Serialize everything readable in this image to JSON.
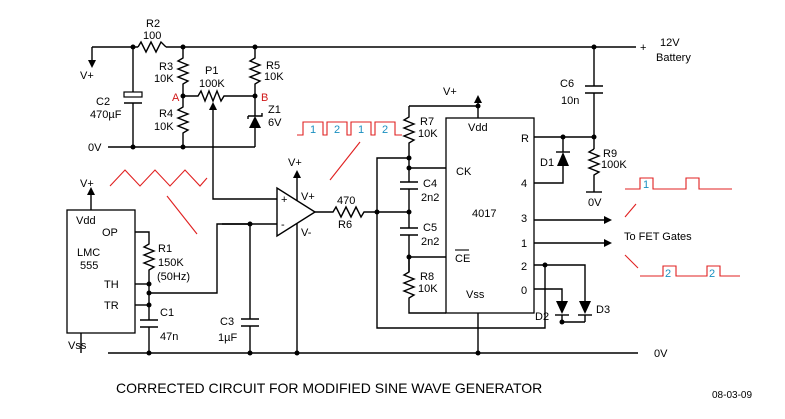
{
  "supply": {
    "plus": "+",
    "v12": "12V",
    "battery": "Battery",
    "zero_v": "0V",
    "vplus": "V+",
    "zero_v_rail": "0V",
    "zero_v_r9": "0V"
  },
  "components": {
    "r2": {
      "name": "R2",
      "value": "100"
    },
    "r3": {
      "name": "R3",
      "value": "10K"
    },
    "r4": {
      "name": "R4",
      "value": "10K"
    },
    "p1": {
      "name": "P1",
      "value": "100K"
    },
    "r5": {
      "name": "R5",
      "value": "10K"
    },
    "z1": {
      "name": "Z1",
      "value": "6V"
    },
    "c2": {
      "name": "C2",
      "value": "470µF"
    },
    "r1": {
      "name": "R1",
      "value": "150K",
      "note": "(50Hz)"
    },
    "c1": {
      "name": "C1",
      "value": "47n"
    },
    "c3": {
      "name": "C3",
      "value": "1µF"
    },
    "r6": {
      "name": "R6",
      "value": "470"
    },
    "r7": {
      "name": "R7",
      "value": "10K"
    },
    "c4": {
      "name": "C4",
      "value": "2n2"
    },
    "c5": {
      "name": "C5",
      "value": "2n2"
    },
    "r8": {
      "name": "R8",
      "value": "10K"
    },
    "c6": {
      "name": "C6",
      "value": "10n"
    },
    "r9": {
      "name": "R9",
      "value": "100K"
    },
    "d1": {
      "name": "D1"
    },
    "d2": {
      "name": "D2"
    },
    "d3": {
      "name": "D3"
    }
  },
  "nodes": {
    "a": "A",
    "b": "B"
  },
  "opamp": {
    "vplus": "V+",
    "vminus": "V-",
    "plus": "+",
    "minus": "-",
    "supply": "V+"
  },
  "lmc555": {
    "supply": "V+",
    "vdd": "Vdd",
    "op": "OP",
    "name1": "LMC",
    "name2": "555",
    "th": "TH",
    "tr": "TR",
    "vss": "Vss"
  },
  "ic4017": {
    "supply": "V+",
    "vdd": "Vdd",
    "name": "4017",
    "ck": "CK",
    "ce": "CE",
    "vss": "Vss",
    "r": "R",
    "p4": "4",
    "p3": "3",
    "p1": "1",
    "p2": "2",
    "p0": "0"
  },
  "waveforms": {
    "pulse_numbers": [
      "1",
      "2",
      "1",
      "2"
    ],
    "top_pulse": "1",
    "bottom_pulse_a": "2",
    "bottom_pulse_b": "2"
  },
  "to_fet": "To FET  Gates",
  "title": "CORRECTED CIRCUIT FOR MODIFIED SINE WAVE GENERATOR",
  "date": "08-03-09"
}
